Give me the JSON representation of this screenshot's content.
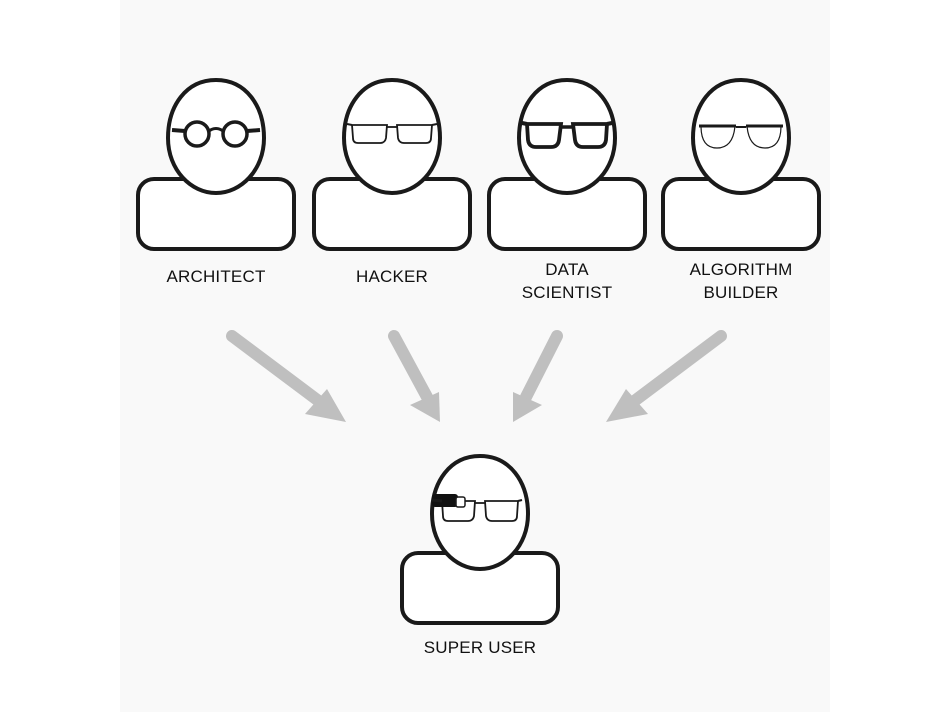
{
  "colors": {
    "stroke": "#1a1a1a",
    "head_fill": "#ffffff",
    "arrow": "#bfbfbf",
    "text": "#111111",
    "background": "#f9f9f9"
  },
  "personas": [
    {
      "id": "architect",
      "label_lines": [
        "ARCHITECT"
      ],
      "glasses": "round-glasses-icon"
    },
    {
      "id": "hacker",
      "label_lines": [
        "HACKER"
      ],
      "glasses": "rectangular-glasses-icon"
    },
    {
      "id": "data-scientist",
      "label_lines": [
        "DATA",
        "SCIENTIST"
      ],
      "glasses": "thick-frame-glasses-icon"
    },
    {
      "id": "algorithm-builder",
      "label_lines": [
        "ALGORITHM",
        "BUILDER"
      ],
      "glasses": "browline-glasses-icon"
    }
  ],
  "result": {
    "id": "super-user",
    "label_lines": [
      "SUPER USER"
    ],
    "glasses": "smart-glasses-icon"
  }
}
